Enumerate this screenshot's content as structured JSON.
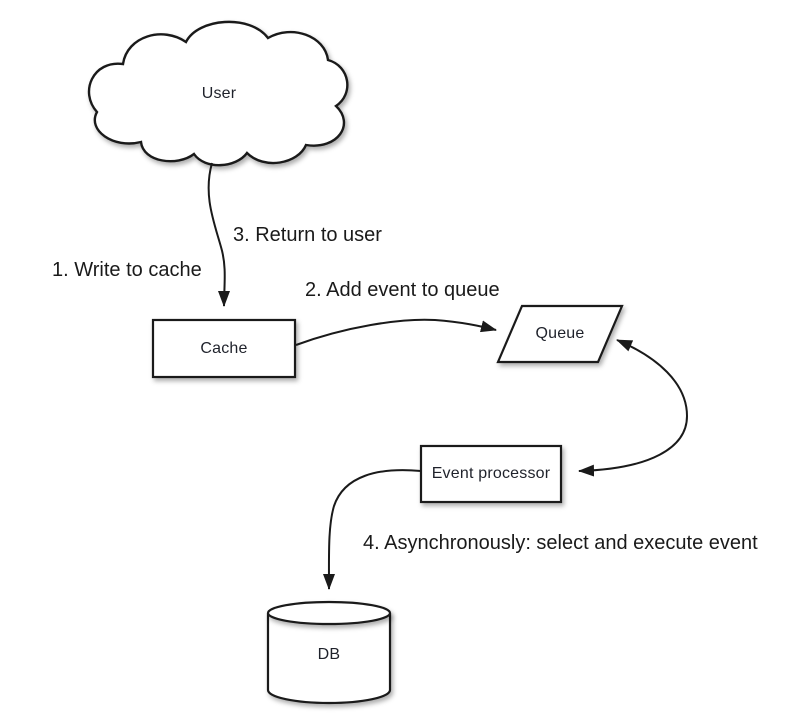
{
  "diagram": {
    "description": "Write-behind cache event flow diagram",
    "colors": {
      "background": "#ffffff",
      "stroke": "#1a1a1a",
      "shape_fill": "#ffffff",
      "text": "#1a1a1a"
    },
    "nodes": [
      {
        "id": "user",
        "label": "User",
        "shape": "cloud"
      },
      {
        "id": "cache",
        "label": "Cache",
        "shape": "rectangle"
      },
      {
        "id": "queue",
        "label": "Queue",
        "shape": "parallelogram"
      },
      {
        "id": "event_processor",
        "label": "Event processor",
        "shape": "rectangle"
      },
      {
        "id": "db",
        "label": "DB",
        "shape": "cylinder"
      }
    ],
    "steps": [
      {
        "n": 1,
        "label": "1. Write to cache"
      },
      {
        "n": 2,
        "label": "2. Add event to queue"
      },
      {
        "n": 3,
        "label": "3. Return to user"
      },
      {
        "n": 4,
        "label": "4. Asynchronously: select and execute event"
      }
    ],
    "edges": [
      {
        "from": "user",
        "to": "cache",
        "style": "arrow"
      },
      {
        "from": "cache",
        "to": "queue",
        "style": "arrow"
      },
      {
        "from": "queue",
        "to": "event_processor",
        "style": "double-arrow"
      },
      {
        "from": "event_processor",
        "to": "db",
        "style": "arrow"
      }
    ]
  }
}
